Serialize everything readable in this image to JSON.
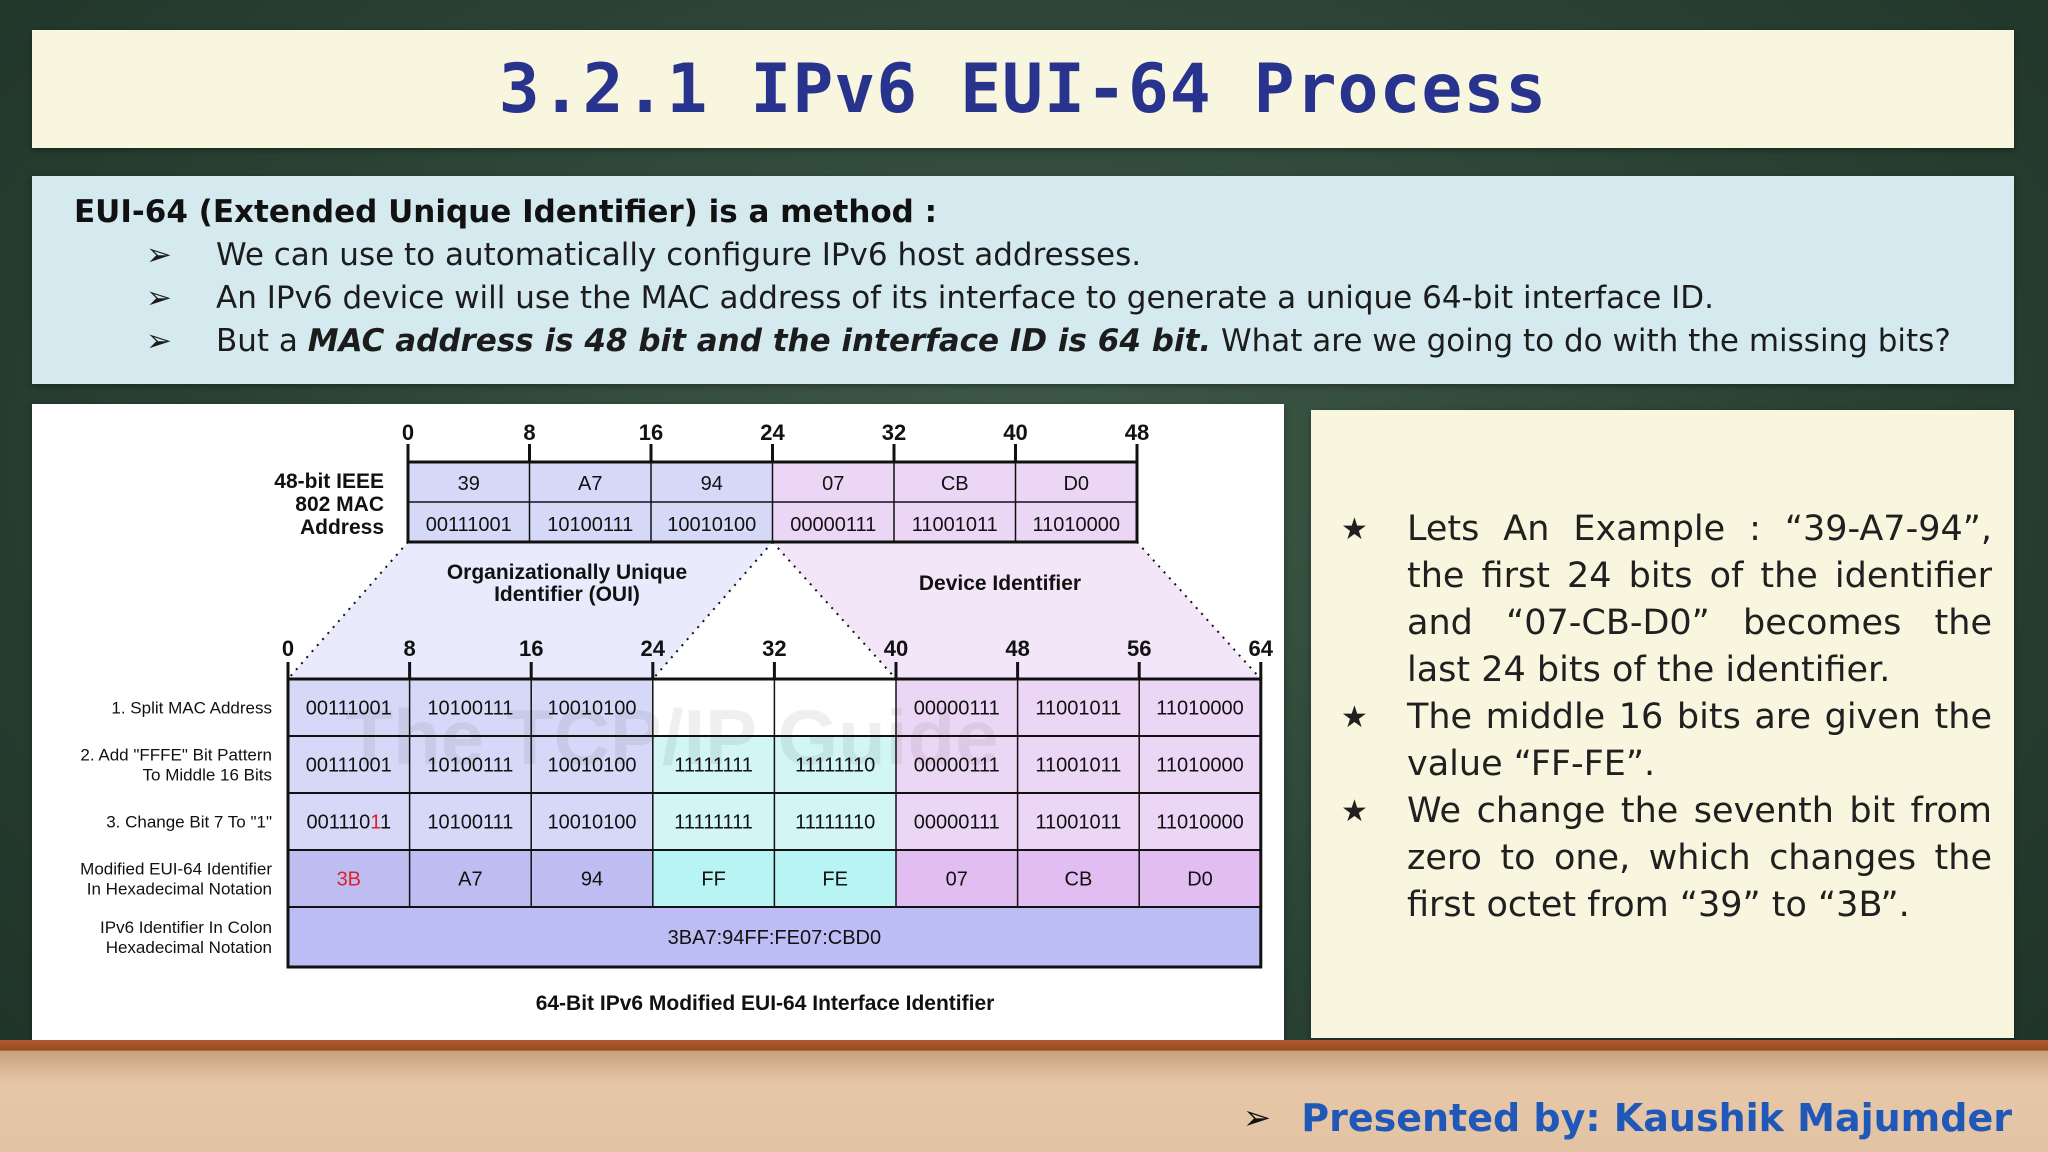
{
  "title": "3.2.1 IPv6 EUI-64 Process",
  "intro": {
    "heading": "EUI-64 (Extended Unique Identifier) is a method :",
    "bullet_glyph": "➢",
    "items": [
      {
        "text": "We can use to automatically configure IPv6 host addresses."
      },
      {
        "text": "An IPv6 device will use the MAC address of its interface to generate a unique 64-bit interface ID."
      },
      {
        "pre": "But a ",
        "em": "MAC address is 48 bit and the interface ID is 64 bit.",
        "post": " What are we going to do with the missing bits?"
      }
    ]
  },
  "diagram": {
    "mac_label": [
      "48-bit IEEE",
      "802 MAC",
      "Address"
    ],
    "top_ticks": [
      "0",
      "8",
      "16",
      "24",
      "32",
      "40",
      "48"
    ],
    "mac_hex": [
      "39",
      "A7",
      "94",
      "07",
      "CB",
      "D0"
    ],
    "mac_bin": [
      "00111001",
      "10100111",
      "10010100",
      "00000111",
      "11001011",
      "11010000"
    ],
    "oui_label": [
      "Organizationally Unique",
      "Identifier (OUI)"
    ],
    "device_label": "Device Identifier",
    "bottom_ticks": [
      "0",
      "8",
      "16",
      "24",
      "32",
      "40",
      "48",
      "56",
      "64"
    ],
    "rows": [
      {
        "label": [
          "1. Split MAC Address"
        ],
        "cells": [
          "00111001",
          "10100111",
          "10010100",
          "",
          "",
          "00000111",
          "11001011",
          "11010000"
        ]
      },
      {
        "label": [
          "2. Add \"FFFE\" Bit Pattern",
          "To Middle 16 Bits"
        ],
        "cells": [
          "00111001",
          "10100111",
          "10010100",
          "11111111",
          "11111110",
          "00000111",
          "11001011",
          "11010000"
        ]
      },
      {
        "label": [
          "3. Change Bit 7 To \"1\""
        ],
        "cells": [
          "00111011",
          "10100111",
          "10010100",
          "11111111",
          "11111110",
          "00000111",
          "11001011",
          "11010000"
        ],
        "first_cell_parts": [
          "001110",
          "1",
          "1"
        ]
      },
      {
        "label": [
          "Modified EUI-64 Identifier",
          "In Hexadecimal Notation"
        ],
        "cells": [
          "3B",
          "A7",
          "94",
          "FF",
          "FE",
          "07",
          "CB",
          "D0"
        ]
      },
      {
        "label": [
          "IPv6 Identifier In Colon",
          "Hexadecimal Notation"
        ],
        "full": "3BA7:94FF:FE07:CBD0"
      }
    ],
    "watermark": "The TCP/IP Guide",
    "caption": "64-Bit IPv6 Modified EUI-64 Interface Identifier",
    "colors": {
      "oui": "#d6d8f8",
      "device": "#ecd6f5",
      "middle": "#d2f5f5",
      "hex_oui": "#bdbdf2",
      "hex_mid": "#b8f4f4",
      "hex_dev": "#e2bdf2",
      "full": "#bdbdf5",
      "changed_bit": "#e0202a"
    }
  },
  "notes": {
    "star_glyph": "★",
    "items": [
      "Lets An Example : “39-A7-94”, the first 24 bits of the identifier and “07-CB-D0” becomes the last 24 bits of the identifier.",
      "The middle 16 bits are given the value “FF-FE”.",
      "We change the seventh bit from zero to one, which changes the first octet from “39” to “3B”."
    ]
  },
  "presenter": {
    "arrow": "➢",
    "text": "Presented by: Kaushik Majumder"
  }
}
